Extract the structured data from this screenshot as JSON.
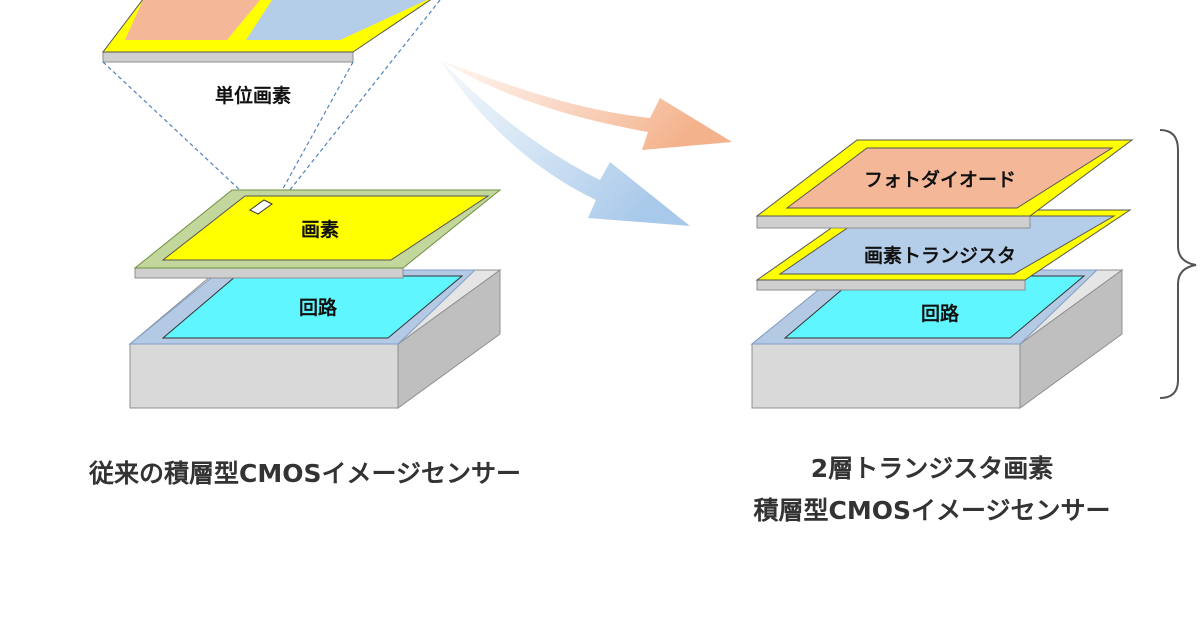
{
  "labels": {
    "unit_pixel": "単位画素",
    "pixel": "画素",
    "circuit_left": "回路",
    "photodiode": "フォトダイオード",
    "pixel_transistor": "画素トランジスタ",
    "circuit_right": "回路"
  },
  "captions": {
    "left": "従来の積層型CMOSイメージセンサー",
    "right_line1": "2層トランジスタ画素",
    "right_line2": "積層型CMOSイメージセンサー"
  },
  "colors": {
    "yellow": "#ffff00",
    "orange_fill": "#f4b899",
    "blue_fill": "#b4cde8",
    "cyan_fill": "#5ff6ff",
    "green_frame": "#c3d69b",
    "light_blue_frame": "#b4c9e4",
    "gray_top": "#e5e5e5",
    "gray_side": "#cfcfcf",
    "arrow_orange": "#f8c6aa",
    "arrow_blue": "#bcd6ee"
  }
}
